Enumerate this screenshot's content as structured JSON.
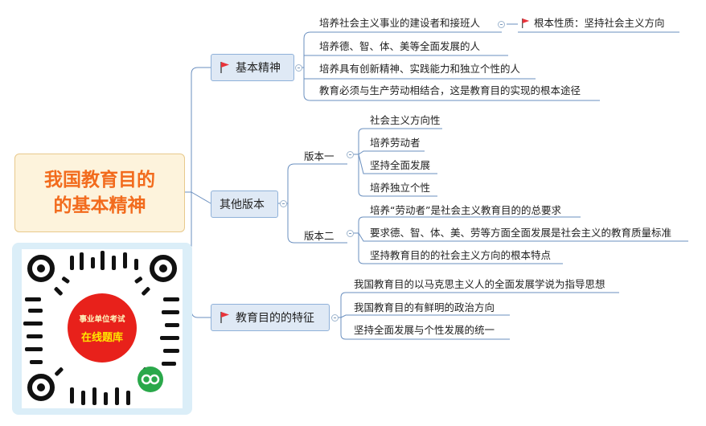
{
  "root": {
    "title": "我国教育目的\n的基本精神"
  },
  "branches": {
    "jiben": {
      "label": "基本精神",
      "items": [
        "培养社会主义事业的建设者和接班人",
        "培养德、智、体、美等全面发展的人",
        "培养具有创新精神、实践能力和独立个性的人",
        "教育必须与生产劳动相结合，这是教育目的实现的根本途径"
      ],
      "note": "根本性质：坚持社会主义方向"
    },
    "other": {
      "label": "其他版本",
      "v1": {
        "label": "版本一",
        "items": [
          "社会主义方向性",
          "培养劳动者",
          "坚持全面发展",
          "培养独立个性"
        ]
      },
      "v2": {
        "label": "版本二",
        "items": [
          "培养“劳动者”是社会主义教育目的的总要求",
          "要求德、智、体、美、劳等方面全面发展是社会主义的教育质量标准",
          "坚持教育目的的社会主义方向的根本特点"
        ]
      }
    },
    "feature": {
      "label": "教育目的的特征",
      "items": [
        "我国教育目的以马克思主义人的全面发展学说为指导思想",
        "我国教育目的有鲜明的政治方向",
        "坚持全面发展与个性发展的统一"
      ]
    }
  },
  "qr": {
    "line1": "事业单位考试",
    "line2": "在线题库"
  },
  "colors": {
    "accent": "#f26b1d",
    "flag": "#e8333a",
    "line": "#6a8fbf",
    "qr_badge": "#e8211b",
    "qr_bg": "#dbeef8"
  }
}
